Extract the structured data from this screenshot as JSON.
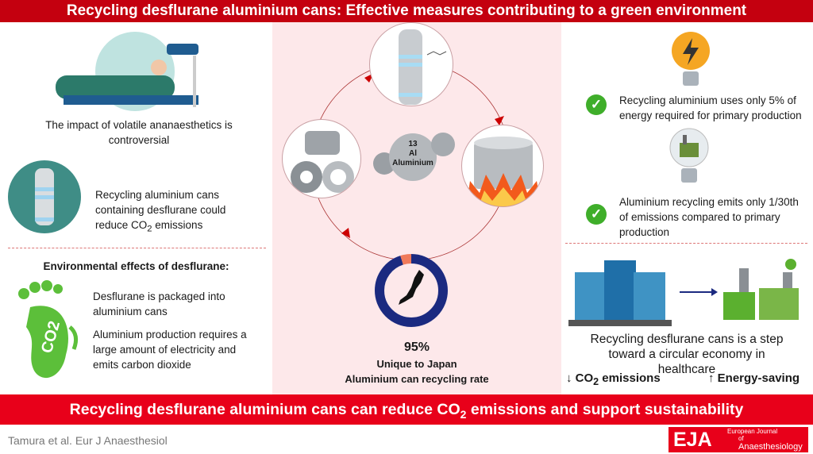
{
  "header": {
    "title": "Recycling desflurane aluminium cans: Effective measures contributing to a green environment"
  },
  "left": {
    "impact_text": "The impact of volatile ananaesthetics is controversial",
    "recycling_text_pre": "Recycling aluminium cans containing desflurane could reduce CO",
    "recycling_text_sub": "2",
    "recycling_text_post": " emissions",
    "env_heading": "Environmental effects of desflurane:",
    "footprint_label": "CO2",
    "effect1": "Desflurane is packaged into aluminium cans",
    "effect2": "Aluminium production requires a large amount of electricity and emits carbon dioxide"
  },
  "center": {
    "element_number": "13",
    "element_symbol": "Al",
    "element_name": "Aluminium",
    "recycling_rate_label": "95%",
    "recycling_rate": 0.95,
    "unique_text": "Unique to Japan",
    "rate_caption": "Aluminium can recycling rate",
    "colors": {
      "donut_main": "#1b2a80",
      "donut_rest": "#f07a5a"
    }
  },
  "right": {
    "fact1": "Recycling aluminium uses only 5% of energy required for primary production",
    "fact2": "Aluminium recycling emits only 1/30th of emissions compared to primary production",
    "circular_text": "Recycling desflurane cans is a step toward a circular economy in healthcare",
    "co2_arrow": "↓",
    "co2_label": "CO",
    "co2_sub": "2",
    "co2_post": " emissions",
    "energy_label": "↑ Energy-saving"
  },
  "banner": {
    "pre": "Recycling desflurane aluminium cans can reduce CO",
    "sub": "2",
    "post": " emissions and support sustainability"
  },
  "footer": {
    "citation": "Tamura et al. Eur J Anaesthesiol",
    "logo_abbr": "EJA",
    "logo_line1": "European Journal",
    "logo_line2": "of",
    "logo_line3": "Anaesthesiology"
  }
}
